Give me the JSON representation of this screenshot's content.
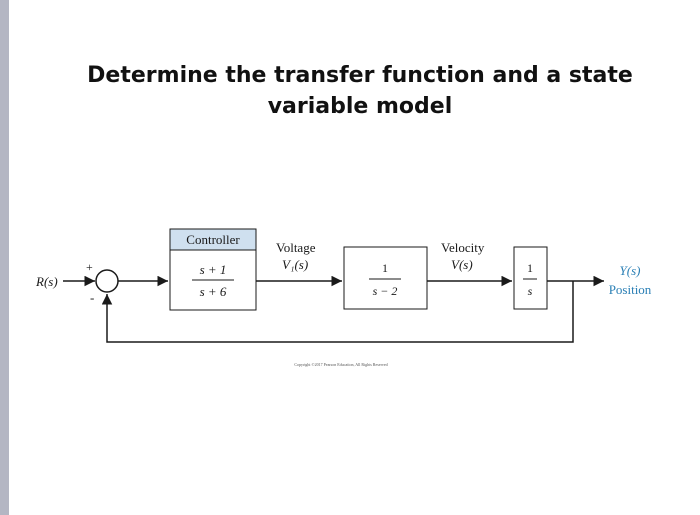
{
  "title": {
    "line1": "Determine the transfer function and a state",
    "line2": "variable model"
  },
  "diagram": {
    "input_label": "R(s)",
    "plus_sign": "+",
    "minus_sign": "-",
    "controller": {
      "header": "Controller",
      "numerator": "s + 1",
      "denominator": "s + 6"
    },
    "voltage": {
      "label": "Voltage",
      "symbol": "V₁(s)"
    },
    "plant": {
      "numerator": "1",
      "denominator": "s − 2"
    },
    "velocity": {
      "label": "Velocity",
      "symbol": "V(s)"
    },
    "integrator": {
      "numerator": "1",
      "denominator": "s"
    },
    "output": {
      "symbol": "Y(s)",
      "label": "Position"
    },
    "copyright": "Copyright ©2017 Pearson Education, All Rights Reserved"
  },
  "colors": {
    "controller_header_fill": "#cfe0ef",
    "output_text": "#2a7fb5",
    "line": "#1a1a1a"
  }
}
